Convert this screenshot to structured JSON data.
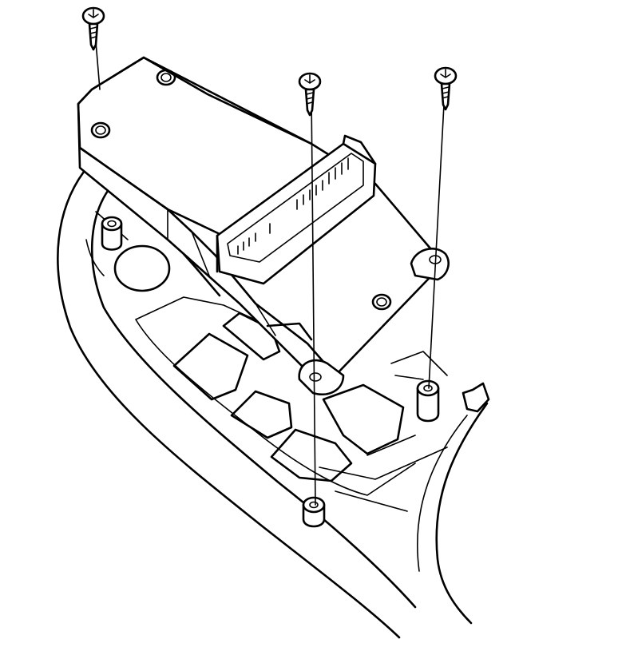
{
  "diagram": {
    "kind": "exploded-assembly-line-drawing",
    "subject": "switch-module-removal",
    "stroke_color": "#000000",
    "background_color": "#ffffff",
    "fasteners": [
      {
        "id": "screw-left",
        "target": "boss-left"
      },
      {
        "id": "screw-center",
        "target": "boss-center"
      },
      {
        "id": "screw-right",
        "target": "boss-right"
      }
    ],
    "icons": [
      "screw-icon",
      "connector-icon",
      "panel-icon"
    ]
  }
}
